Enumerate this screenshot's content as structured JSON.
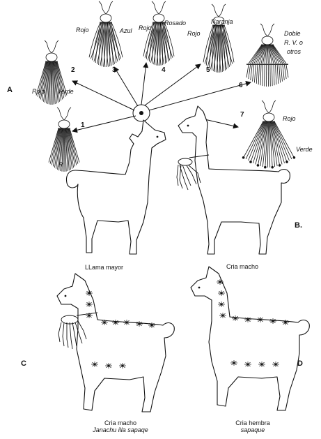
{
  "panels": {
    "a": "A",
    "b": "B.",
    "c": "C",
    "d": "D"
  },
  "tassels": [
    {
      "number": "1",
      "labels": [
        "R"
      ]
    },
    {
      "number": "2",
      "labels": [
        "Rojo",
        "Verde"
      ]
    },
    {
      "number": "3",
      "labels": [
        "Rojo",
        "Azul"
      ]
    },
    {
      "number": "4",
      "labels": [
        "Rojo",
        "Rosado"
      ]
    },
    {
      "number": "5",
      "labels": [
        "Rojo",
        "Naranja"
      ]
    },
    {
      "number": "6",
      "labels": [
        "Doble",
        "R. V. o",
        "otros"
      ]
    },
    {
      "number": "7",
      "labels": [
        "Rojo",
        "Verde"
      ]
    }
  ],
  "captions": {
    "top_left": "LLama mayor",
    "top_right": "Cria macho",
    "bottom_left": {
      "title": "Cria macho",
      "subtitle": "Janachu illa sapaqe"
    },
    "bottom_right": {
      "title": "Cria hembra",
      "subtitle": "sapaque"
    }
  },
  "colors": {
    "ink": "#111111",
    "paper": "#ffffff"
  }
}
